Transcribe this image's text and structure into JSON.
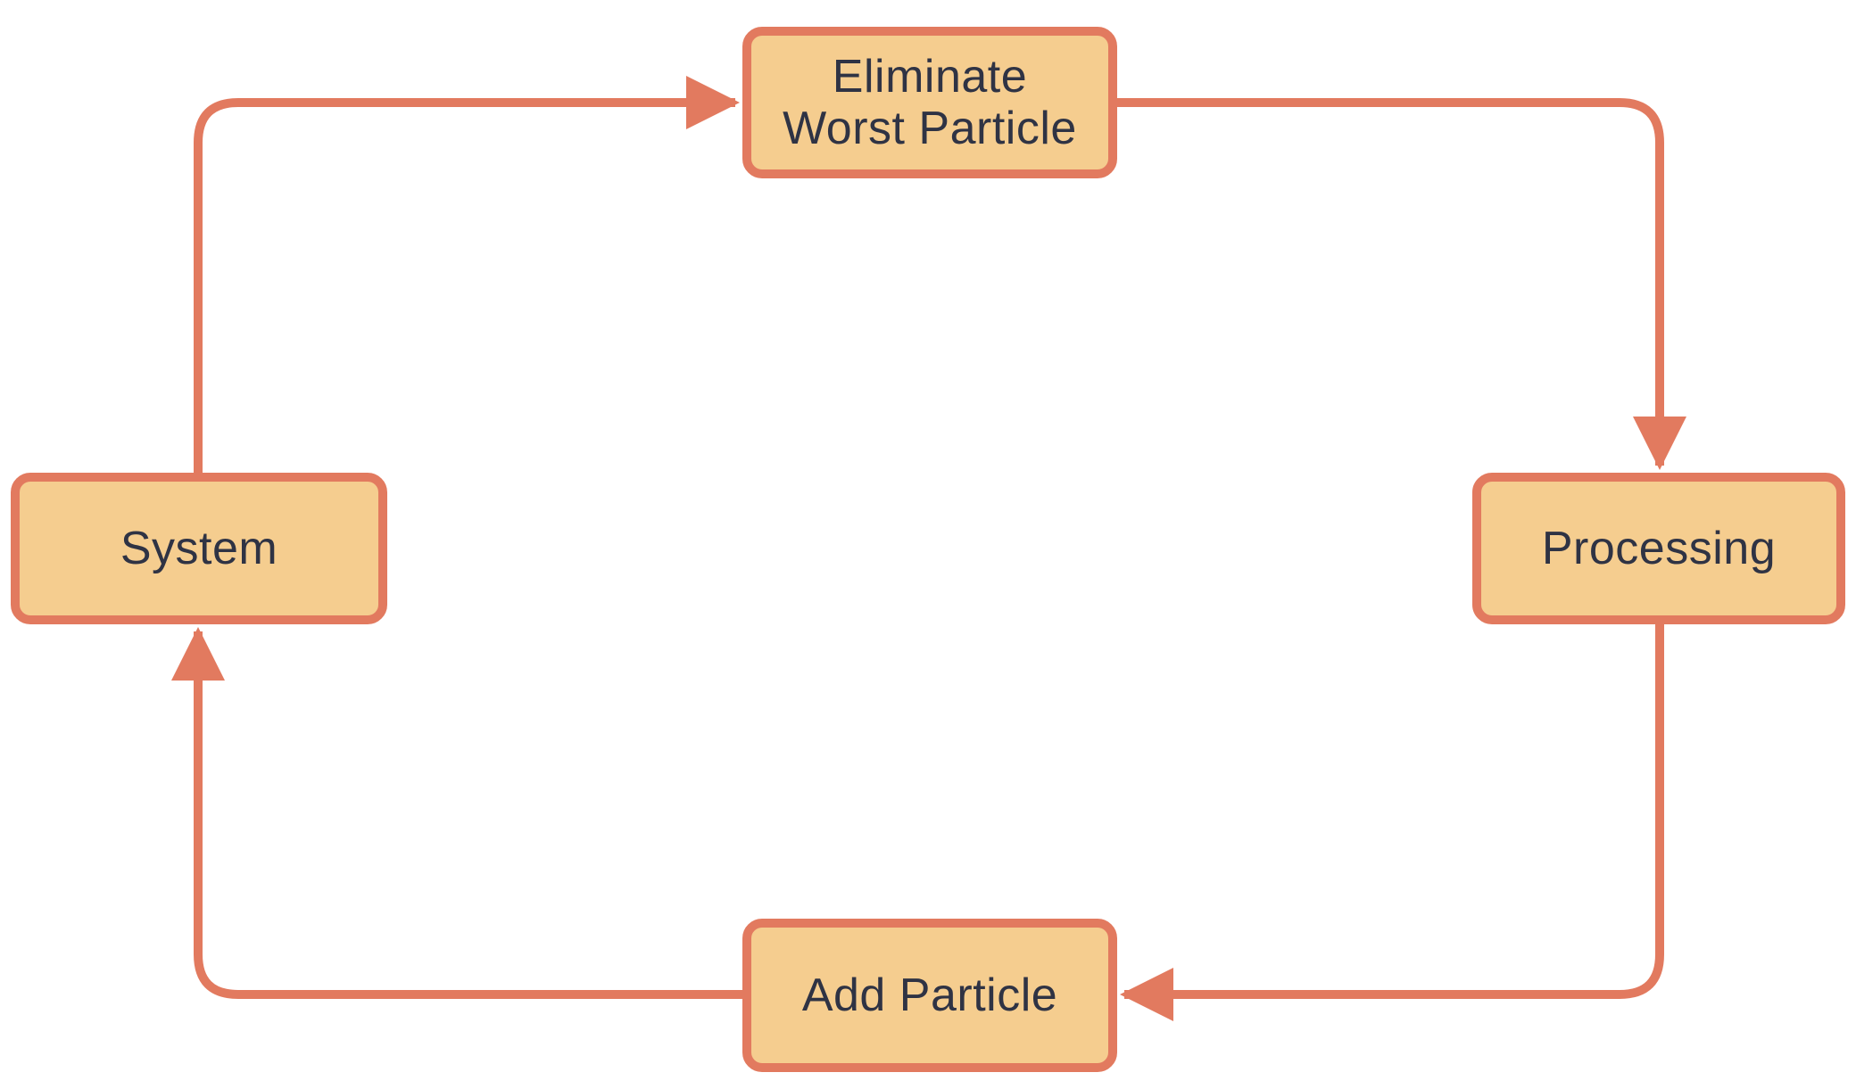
{
  "diagram": {
    "colors": {
      "node_fill": "#f5cd8f",
      "node_border": "#e27a5f",
      "arrow": "#e27a5f",
      "text": "#2f3344"
    },
    "nodes": {
      "eliminate": {
        "label": "Eliminate\nWorst Particle"
      },
      "processing": {
        "label": "Processing"
      },
      "add": {
        "label": "Add Particle"
      },
      "system": {
        "label": "System"
      }
    },
    "edges": [
      {
        "from": "system",
        "to": "eliminate"
      },
      {
        "from": "eliminate",
        "to": "processing"
      },
      {
        "from": "processing",
        "to": "add"
      },
      {
        "from": "add",
        "to": "system"
      }
    ]
  }
}
